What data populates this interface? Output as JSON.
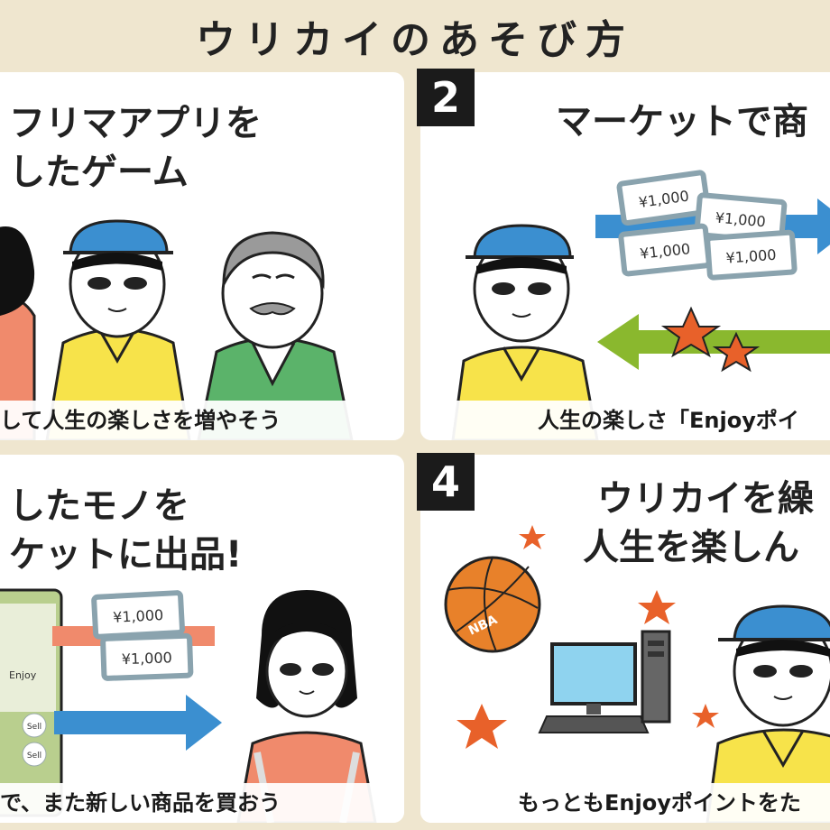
{
  "title": "ウリカイのあそび方",
  "panels": [
    {
      "number": "",
      "heading_lines": [
        "フリマアプリを",
        "したゲーム"
      ],
      "caption": "して人生の楽しさを増やそう"
    },
    {
      "number": "2",
      "heading_lines": [
        "マーケットで商"
      ],
      "caption": "人生の楽しさ「Enjoyポイ",
      "tickets": [
        "¥1,000",
        "¥1,000",
        "¥1,000",
        "¥1,000"
      ]
    },
    {
      "number": "",
      "heading_lines": [
        "したモノを",
        "ケットに出品!"
      ],
      "caption": "で、また新しい商品を買おう",
      "tickets": [
        "¥1,000",
        "¥1,000"
      ],
      "app_labels": [
        "Enjoy",
        "Sell",
        "Sell"
      ]
    },
    {
      "number": "4",
      "heading_lines": [
        "ウリカイを繰",
        "人生を楽しん"
      ],
      "caption": "もっともEnjoyポイントをた",
      "ball_label": "NBA"
    }
  ],
  "colors": {
    "background": "#efe6cf",
    "cap_blue": "#3b8fd0",
    "hoodie_yellow": "#f7e34a",
    "arrow_blue": "#3b8fd0",
    "arrow_green": "#8ab82e",
    "arrow_salmon": "#f08a6c",
    "star_orange": "#e8612a",
    "ticket_gray": "#8aa3ae"
  }
}
